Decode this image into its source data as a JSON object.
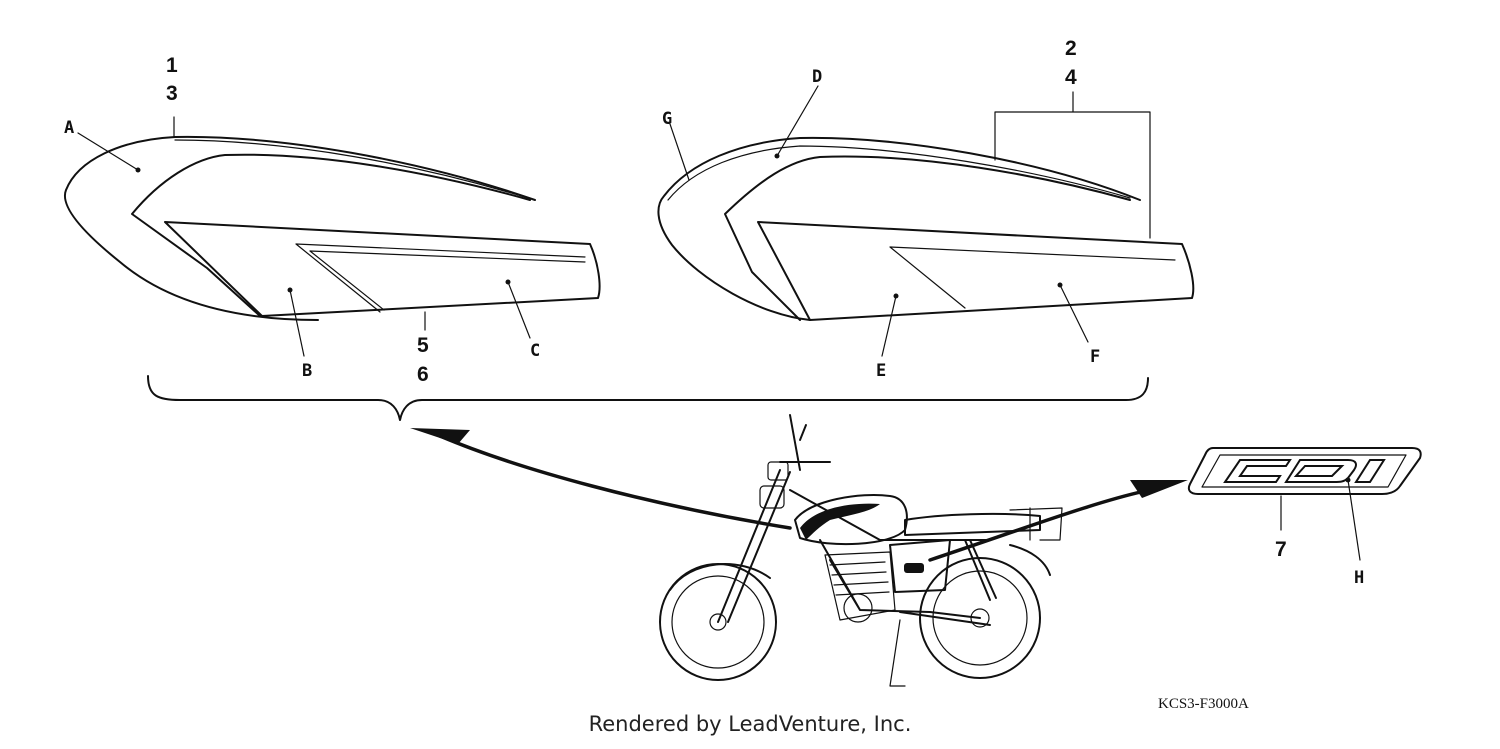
{
  "callouts": {
    "n1": "1",
    "n3": "3",
    "n2": "2",
    "n4": "4",
    "n5": "5",
    "n6": "6",
    "n7": "7"
  },
  "letters": {
    "A": "A",
    "B": "B",
    "C": "C",
    "D": "D",
    "E": "E",
    "F": "F",
    "G": "G",
    "H": "H"
  },
  "drawing_code": "KCS3-F3000A",
  "credit": "Rendered by LeadVenture, Inc.",
  "emblem": "CDI"
}
